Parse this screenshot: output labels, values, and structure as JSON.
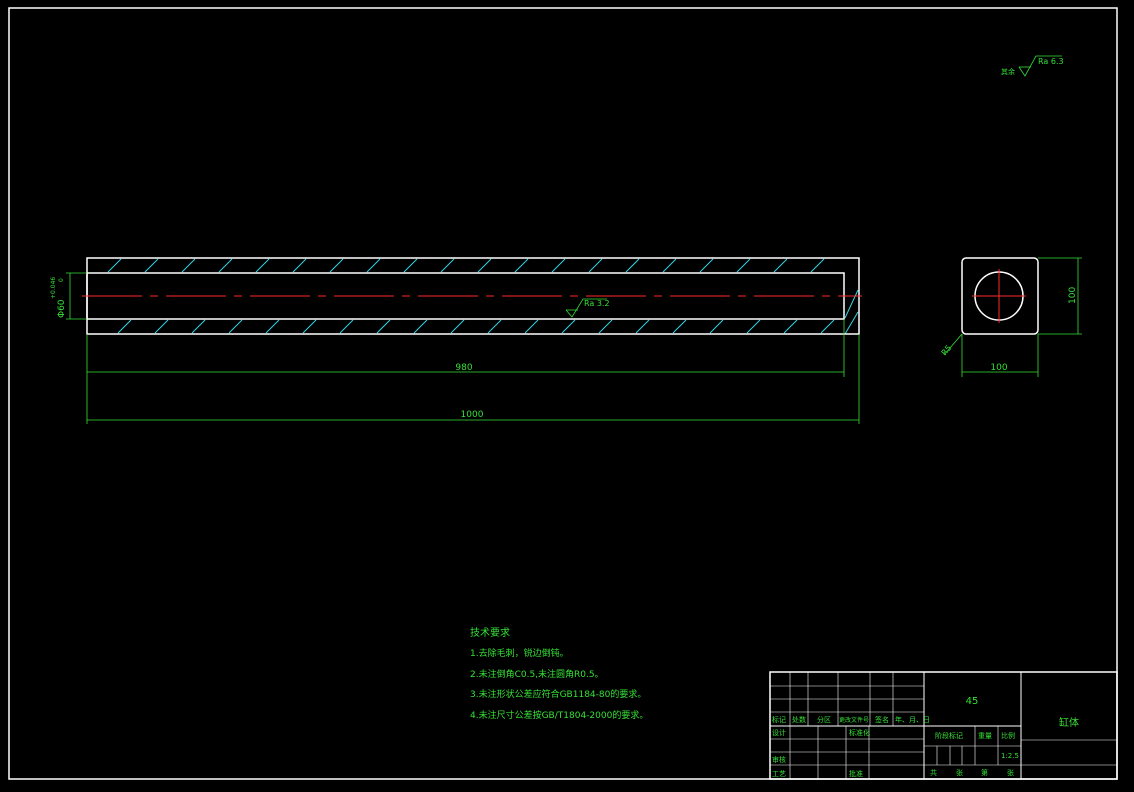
{
  "dimensions": {
    "length_inner": "980",
    "length_total": "1000",
    "diameter": "Φ60",
    "tol_upper": "+0.046",
    "tol_lower": "0",
    "side_height": "100",
    "side_width": "100",
    "chamfer": "R5"
  },
  "roughness": {
    "inner": "Ra 3.2",
    "general_label": "其余",
    "general": "Ra 6.3"
  },
  "tech": {
    "title": "技术要求",
    "items": [
      "1.去除毛刺，锐边倒钝。",
      "2.未注倒角C0.5,未注圆角R0.5。",
      "3.未注形状公差应符合GB1184-80的要求。",
      "4.未注尺寸公差按GB/T1804-2000的要求。"
    ]
  },
  "title_block": {
    "material": "45",
    "part_name": "缸体",
    "row_labels": [
      "标记",
      "处数",
      "分区",
      "更改文件号",
      "签名",
      "年、月、日"
    ],
    "design": "设计",
    "standardize": "标准化",
    "review": "审核",
    "process": "工艺",
    "approve": "批准",
    "stage_mark": "阶段标记",
    "weight": "重量",
    "scale_label": "比例",
    "scale": "1:2.5",
    "sheets": [
      "共",
      "张",
      "第",
      "张"
    ]
  },
  "colors": {
    "outline": "#ffffff",
    "dimension": "#35e035",
    "centerline": "#ff2a2a",
    "hatch": "#34d6e6",
    "background": "#000000"
  }
}
